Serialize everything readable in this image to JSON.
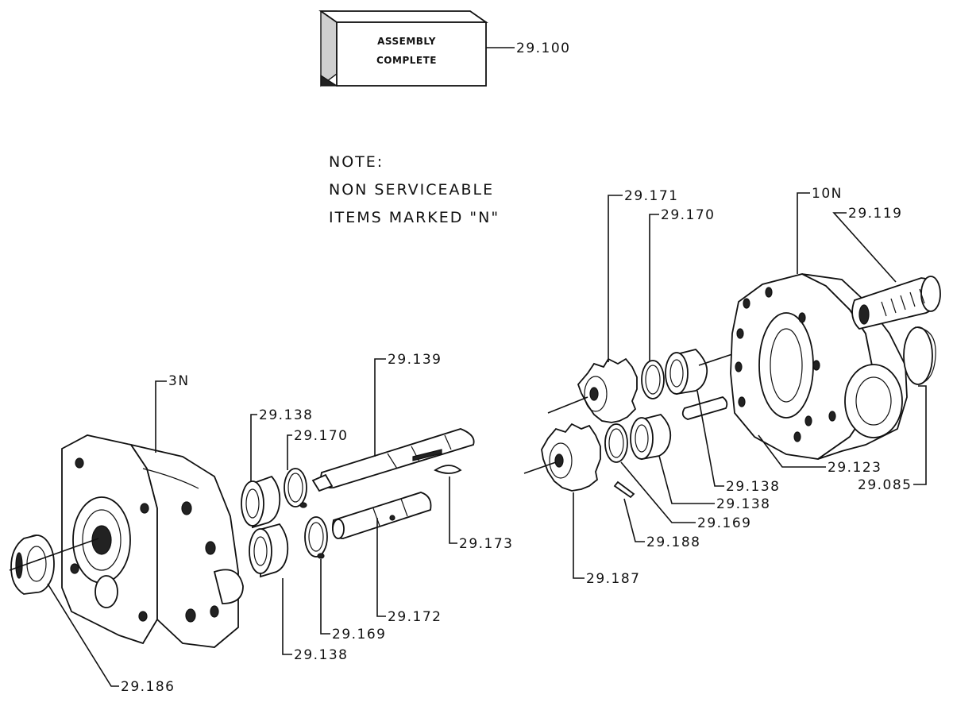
{
  "assembly_box": {
    "line1": "ASSEMBLY",
    "line2": "COMPLETE",
    "ref": "29.100"
  },
  "note": {
    "heading": "NOTE:",
    "line1": "NON SERVICEABLE",
    "line2": "ITEMS MARKED \"N\""
  },
  "labels": {
    "rear_cover": "3N",
    "front_body": "10N",
    "bearing_front_left_top": "29.138",
    "retainer_left_top": "29.170",
    "drive_shaft": "29.139",
    "key": "29.173",
    "idler_shaft": "29.172",
    "retainer_left_bottom": "29.169",
    "bearing_left_bottom": "29.138",
    "seal": "29.186",
    "gear_top": "29.171",
    "retainer_right_top": "29.170",
    "bolt": "29.119",
    "gasket_ring": "29.085",
    "body_bolt_ref": "29.123",
    "bearing_right_top": "29.138",
    "bearing_right_bottom": "29.138",
    "retainer_right_bottom": "29.169",
    "pin": "29.188",
    "gear_bottom": "29.187"
  }
}
